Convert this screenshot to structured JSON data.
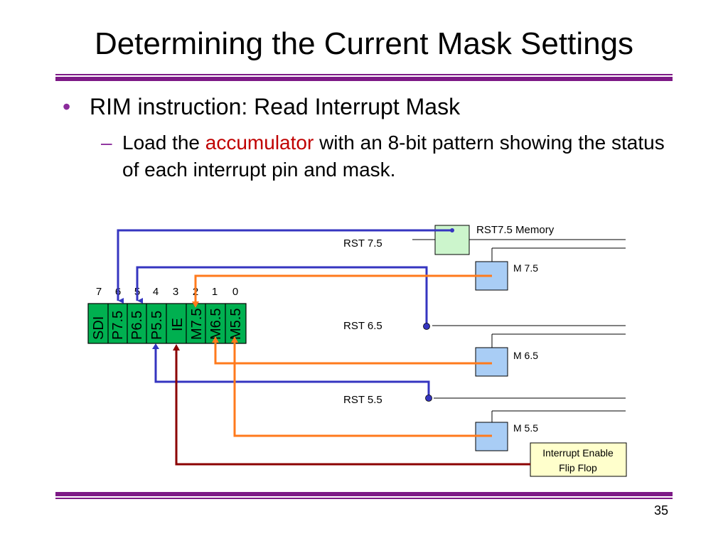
{
  "slide": {
    "title": "Determining the Current Mask Settings",
    "bullet": "RIM instruction: Read Interrupt Mask",
    "bullet_glyph": "•",
    "sub_dash": "–",
    "sub_before": "Load the ",
    "sub_highlight": "accumulator",
    "sub_after": " with an 8-bit pattern showing the status of each interrupt pin and mask.",
    "page_number": "35",
    "accent_color": "#8b2b9b",
    "highlight_color": "#c00000"
  },
  "diagram": {
    "bit_numbers": [
      "7",
      "6",
      "5",
      "4",
      "3",
      "2",
      "1",
      "0"
    ],
    "register_bits": [
      "SDI",
      "P7.5",
      "P6.5",
      "P5.5",
      "IE",
      "M7.5",
      "M6.5",
      "M5.5"
    ],
    "rst_labels": [
      "RST 7.5",
      "RST 6.5",
      "RST 5.5"
    ],
    "rst75_memory_label": "RST7.5 Memory",
    "mask_labels": [
      "M 7.5",
      "M 6.5",
      "M 5.5"
    ],
    "ie_flipflop_label": [
      "Interrupt Enable",
      "Flip Flop"
    ],
    "colors": {
      "register_fill": "#00b050",
      "pending_wire": "#3535c0",
      "mask_wire": "#ff7a1c",
      "ie_wire": "#8b0000",
      "mask_box": "#a9cdf5",
      "memory_box": "#ccf5cc",
      "flipflop_box": "#ffffcc"
    }
  }
}
